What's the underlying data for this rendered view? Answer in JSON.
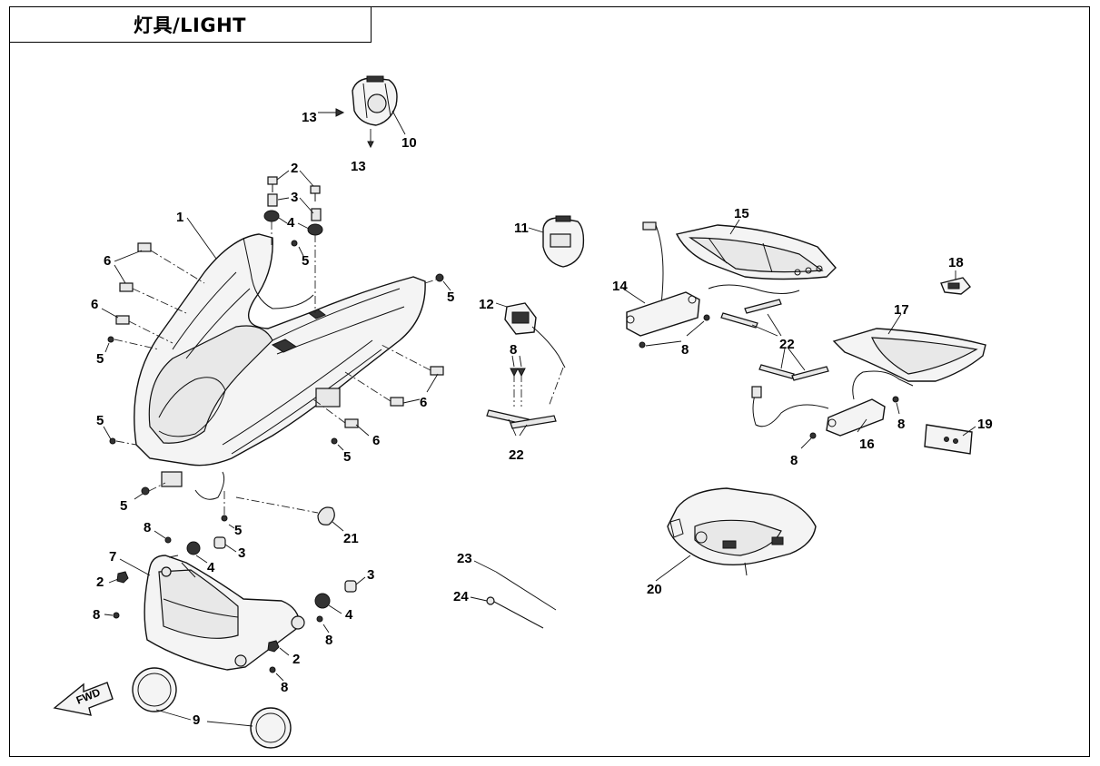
{
  "title": "灯具/LIGHT",
  "fwd_label": "FWD",
  "callouts": [
    "1",
    "2",
    "3",
    "4",
    "5",
    "6",
    "7",
    "8",
    "9",
    "10",
    "11",
    "12",
    "13",
    "14",
    "15",
    "16",
    "17",
    "18",
    "19",
    "20",
    "21",
    "22",
    "23",
    "24"
  ]
}
